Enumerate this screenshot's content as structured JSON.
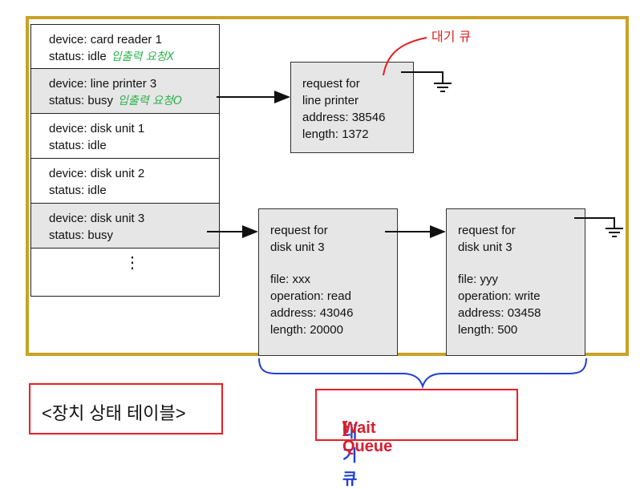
{
  "devices": [
    {
      "device": "device: card reader 1",
      "status": "status: idle",
      "note": "입출력 요청X"
    },
    {
      "device": "device: line printer 3",
      "status": "status: busy",
      "note": "입출력 요청O"
    },
    {
      "device": "device: disk unit 1",
      "status": "status: idle"
    },
    {
      "device": "device: disk unit 2",
      "status": "status: idle"
    },
    {
      "device": "device: disk unit 3",
      "status": "status: busy"
    }
  ],
  "ellipsis": "⋮",
  "printer_request": {
    "line1": "request for",
    "line2": "line printer",
    "address": "address: 38546",
    "length": "length: 1372"
  },
  "disk_requests": [
    {
      "line1": "request for",
      "line2": "disk unit 3",
      "file": "file: xxx",
      "operation": "operation: read",
      "address": "address: 43046",
      "length": "length: 20000"
    },
    {
      "line1": "request for",
      "line2": "disk unit 3",
      "file": "file: yyy",
      "operation": "operation: write",
      "address": "address: 03458",
      "length": "length: 500"
    }
  ],
  "annotations": {
    "wait_queue_note": "대기 큐",
    "device_table_label": "<장치 상태 테이블>",
    "wait_queue_label_ko": "대기 큐",
    "wait_queue_label_open": "(",
    "wait_queue_label_en": "Wait Queue",
    "wait_queue_label_close": ")"
  },
  "colors": {
    "frame": "#c9a227",
    "shaded": "#e6e6e6",
    "note_red": "#e02020",
    "note_green": "#2bb24c",
    "brace_blue": "#1f3fd6",
    "label_border": "#ee1c25"
  }
}
